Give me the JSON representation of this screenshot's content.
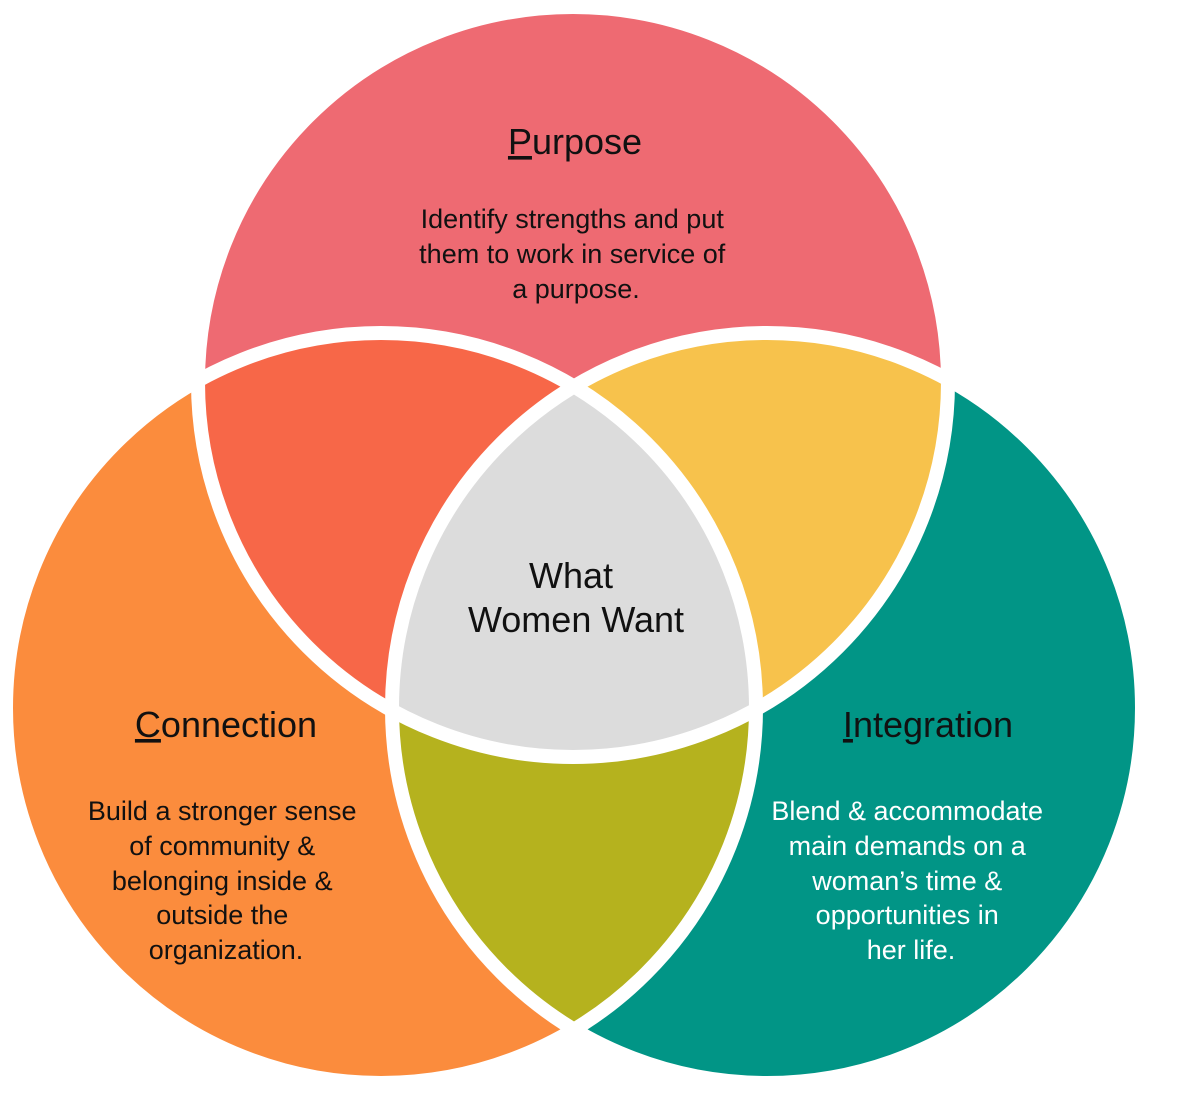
{
  "diagram": {
    "center": {
      "line1": "What",
      "line2": "Women Want"
    },
    "purpose": {
      "title_initial": "P",
      "title_rest": "urpose",
      "description": [
        "Identify strengths and put",
        "them to work in service of",
        "a purpose."
      ]
    },
    "connection": {
      "title_initial": "C",
      "title_rest": "onnection",
      "description": [
        "Build a stronger sense",
        "of community &",
        "belonging inside &",
        "outside the",
        "organization."
      ]
    },
    "integration": {
      "title_initial": "I",
      "title_rest": "ntegration",
      "description": [
        "Blend & accommodate",
        "main demands on a",
        "woman’s time &",
        "opportunities in",
        "her life."
      ]
    }
  },
  "colors": {
    "purpose": "#ee6a72",
    "connection": "#fb8c3d",
    "integration": "#019586",
    "purpose_connection": "#f76748",
    "purpose_integration": "#f7c24c",
    "connection_integration": "#b5b21e",
    "center": "#dcdcdc",
    "outline": "#ffffff"
  }
}
